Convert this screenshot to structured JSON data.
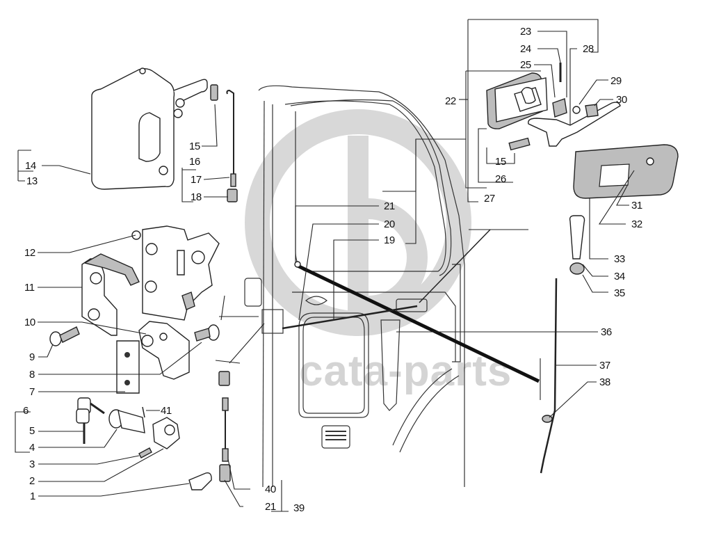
{
  "diagram": {
    "title": "Door lock and handle assembly — exploded view",
    "watermark": {
      "text": "cata-parts",
      "logo": "cp-logo"
    },
    "labels": {
      "l1": "1",
      "l2": "2",
      "l3": "3",
      "l4": "4",
      "l5": "5",
      "l6": "6",
      "l7": "7",
      "l8": "8",
      "l9": "9",
      "l10": "10",
      "l11": "11",
      "l12": "12",
      "l13": "13",
      "l14": "14",
      "l15a": "15",
      "l15b": "15",
      "l16": "16",
      "l17": "17",
      "l18": "18",
      "l19": "19",
      "l20": "20",
      "l21a": "21",
      "l21b": "21",
      "l22": "22",
      "l23": "23",
      "l24": "24",
      "l25": "25",
      "l26": "26",
      "l27": "27",
      "l28": "28",
      "l29": "29",
      "l30": "30",
      "l31": "31",
      "l32": "32",
      "l33": "33",
      "l34": "34",
      "l35": "35",
      "l36": "36",
      "l37": "37",
      "l38": "38",
      "l39": "39",
      "l40": "40",
      "l41": "41"
    },
    "parts": [
      {
        "id": "14",
        "name": "outside-handle"
      },
      {
        "id": "13",
        "name": "outside-handle-assembly"
      },
      {
        "id": "15",
        "name": "clip"
      },
      {
        "id": "16",
        "name": "control-rod-assembly"
      },
      {
        "id": "17",
        "name": "rod-end"
      },
      {
        "id": "18",
        "name": "bushing"
      },
      {
        "id": "12",
        "name": "lock-mechanism"
      },
      {
        "id": "11",
        "name": "lock-housing"
      },
      {
        "id": "10",
        "name": "lock-plate"
      },
      {
        "id": "9",
        "name": "screw"
      },
      {
        "id": "8",
        "name": "striker-bolt"
      },
      {
        "id": "7",
        "name": "striker-plate"
      },
      {
        "id": "6",
        "name": "lock-cylinder-kit"
      },
      {
        "id": "5",
        "name": "keys"
      },
      {
        "id": "4",
        "name": "lock-cylinder"
      },
      {
        "id": "3",
        "name": "bolt"
      },
      {
        "id": "2",
        "name": "cylinder-housing"
      },
      {
        "id": "1",
        "name": "lever"
      },
      {
        "id": "41",
        "name": "pin"
      },
      {
        "id": "39",
        "name": "rod-assembly"
      },
      {
        "id": "40",
        "name": "rod-spring"
      },
      {
        "id": "21",
        "name": "rod-clip"
      },
      {
        "id": "19",
        "name": "cable"
      },
      {
        "id": "20",
        "name": "cable-sheath"
      },
      {
        "id": "22",
        "name": "inside-handle-assembly"
      },
      {
        "id": "23",
        "name": "pin"
      },
      {
        "id": "24",
        "name": "pin"
      },
      {
        "id": "25",
        "name": "spring"
      },
      {
        "id": "26",
        "name": "handle-base"
      },
      {
        "id": "27",
        "name": "inside-handle-kit"
      },
      {
        "id": "28",
        "name": "inside-handle-lever"
      },
      {
        "id": "29",
        "name": "washer"
      },
      {
        "id": "30",
        "name": "screw"
      },
      {
        "id": "31",
        "name": "bezel-insert"
      },
      {
        "id": "32",
        "name": "bezel-clip"
      },
      {
        "id": "33",
        "name": "inside-handle-bezel"
      },
      {
        "id": "34",
        "name": "lock-knob"
      },
      {
        "id": "35",
        "name": "knob-grommet"
      },
      {
        "id": "36",
        "name": "lock-rod"
      },
      {
        "id": "37",
        "name": "control-rod"
      },
      {
        "id": "38",
        "name": "rod-grommet"
      }
    ]
  }
}
